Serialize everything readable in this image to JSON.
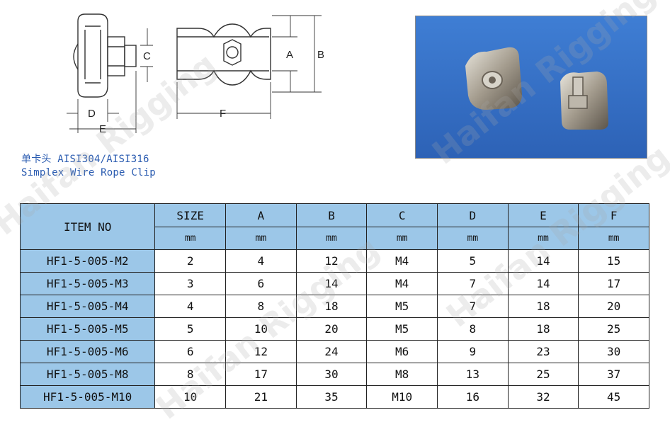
{
  "diagram": {
    "labels": [
      "C",
      "A",
      "B",
      "D",
      "E",
      "F"
    ]
  },
  "caption": {
    "chinese": "单卡头  AISI304/AISI316",
    "english": "Simplex Wire Rope Clip"
  },
  "watermark": "Haifan Rigging",
  "table": {
    "first_header": "ITEM NO",
    "columns": [
      "SIZE",
      "A",
      "B",
      "C",
      "D",
      "E",
      "F"
    ],
    "units": [
      "mm",
      "mm",
      "mm",
      "mm",
      "mm",
      "mm",
      "mm"
    ],
    "rows": [
      [
        "HF1-5-005-M2",
        "2",
        "4",
        "12",
        "M4",
        "5",
        "14",
        "15"
      ],
      [
        "HF1-5-005-M3",
        "3",
        "6",
        "14",
        "M4",
        "7",
        "14",
        "17"
      ],
      [
        "HF1-5-005-M4",
        "4",
        "8",
        "18",
        "M5",
        "7",
        "18",
        "20"
      ],
      [
        "HF1-5-005-M5",
        "5",
        "10",
        "20",
        "M5",
        "8",
        "18",
        "25"
      ],
      [
        "HF1-5-005-M6",
        "6",
        "12",
        "24",
        "M6",
        "9",
        "23",
        "30"
      ],
      [
        "HF1-5-005-M8",
        "8",
        "17",
        "30",
        "M8",
        "13",
        "25",
        "37"
      ],
      [
        "HF1-5-005-M10",
        "10",
        "21",
        "35",
        "M10",
        "16",
        "32",
        "45"
      ]
    ]
  },
  "colors": {
    "header_fill": "#9cc7e8",
    "caption_text": "#2a5bb0",
    "photo_background": "#3a73c8"
  }
}
